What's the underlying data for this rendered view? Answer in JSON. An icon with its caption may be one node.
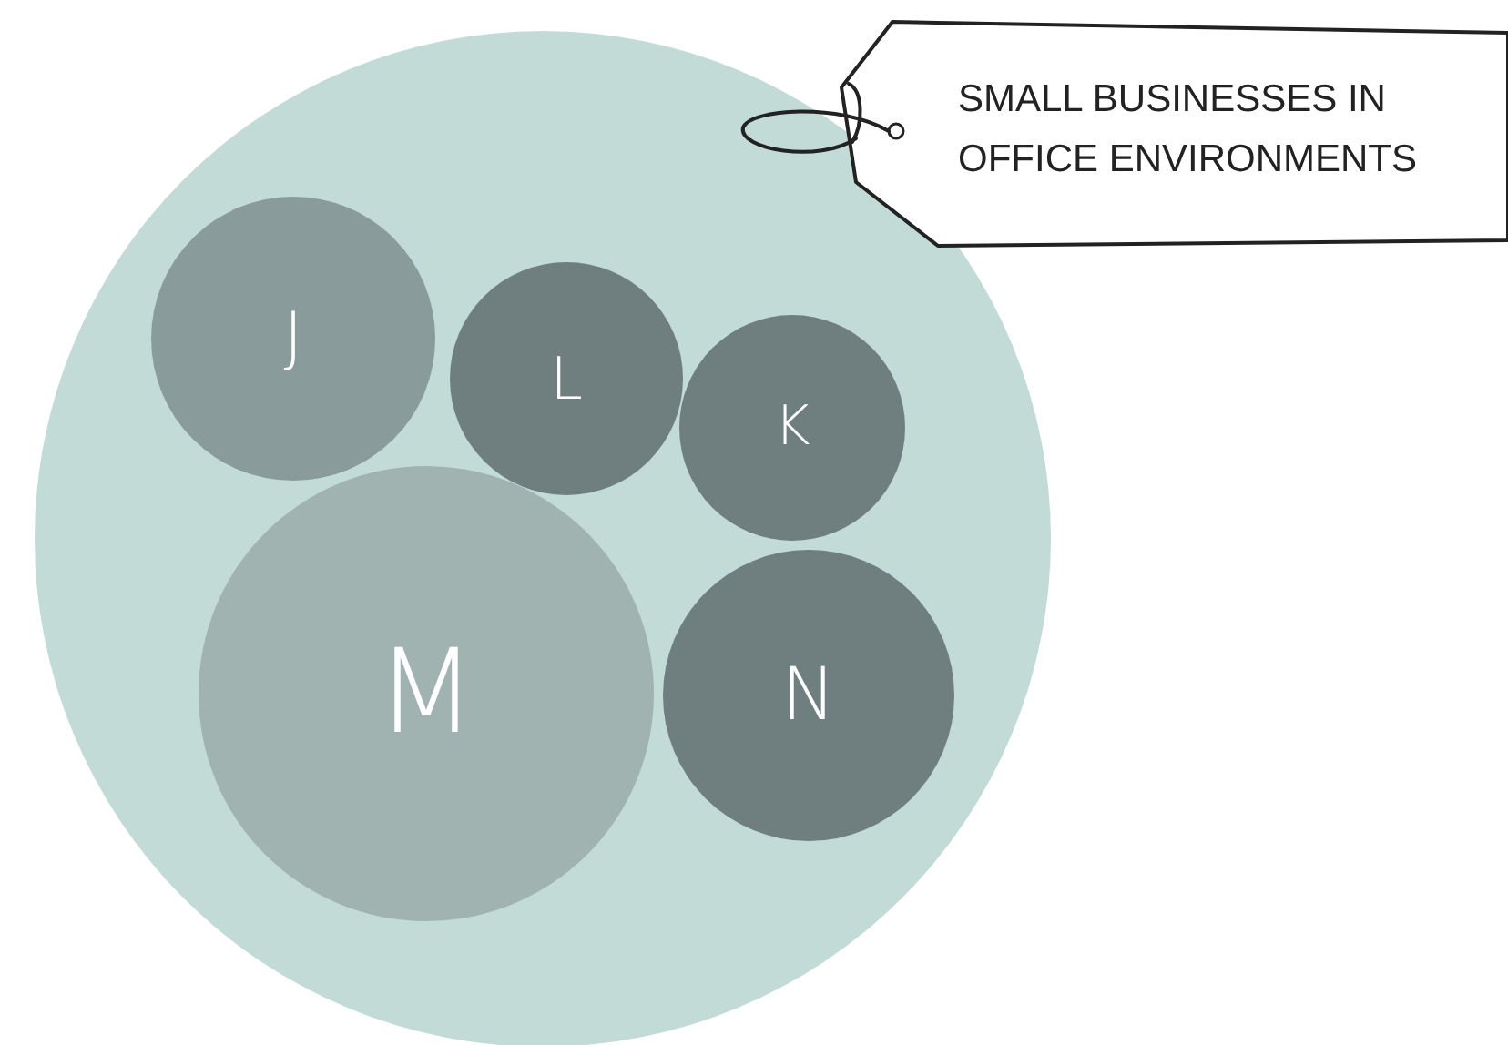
{
  "diagram": {
    "nodes": [
      {
        "text": [],
        "shape": "circle"
      },
      {
        "text": [
          "SMALL BUSINESSES IN OFFICE ENVIRONMENTS"
        ]
      },
      {
        "text": [
          "J"
        ],
        "in": 0
      },
      {
        "text": [
          "L"
        ],
        "in": 0
      },
      {
        "text": [
          "K"
        ],
        "in": 0
      },
      {
        "text": [
          "M"
        ],
        "in": 0
      },
      {
        "text": [
          "N"
        ],
        "in": 0
      }
    ]
  }
}
